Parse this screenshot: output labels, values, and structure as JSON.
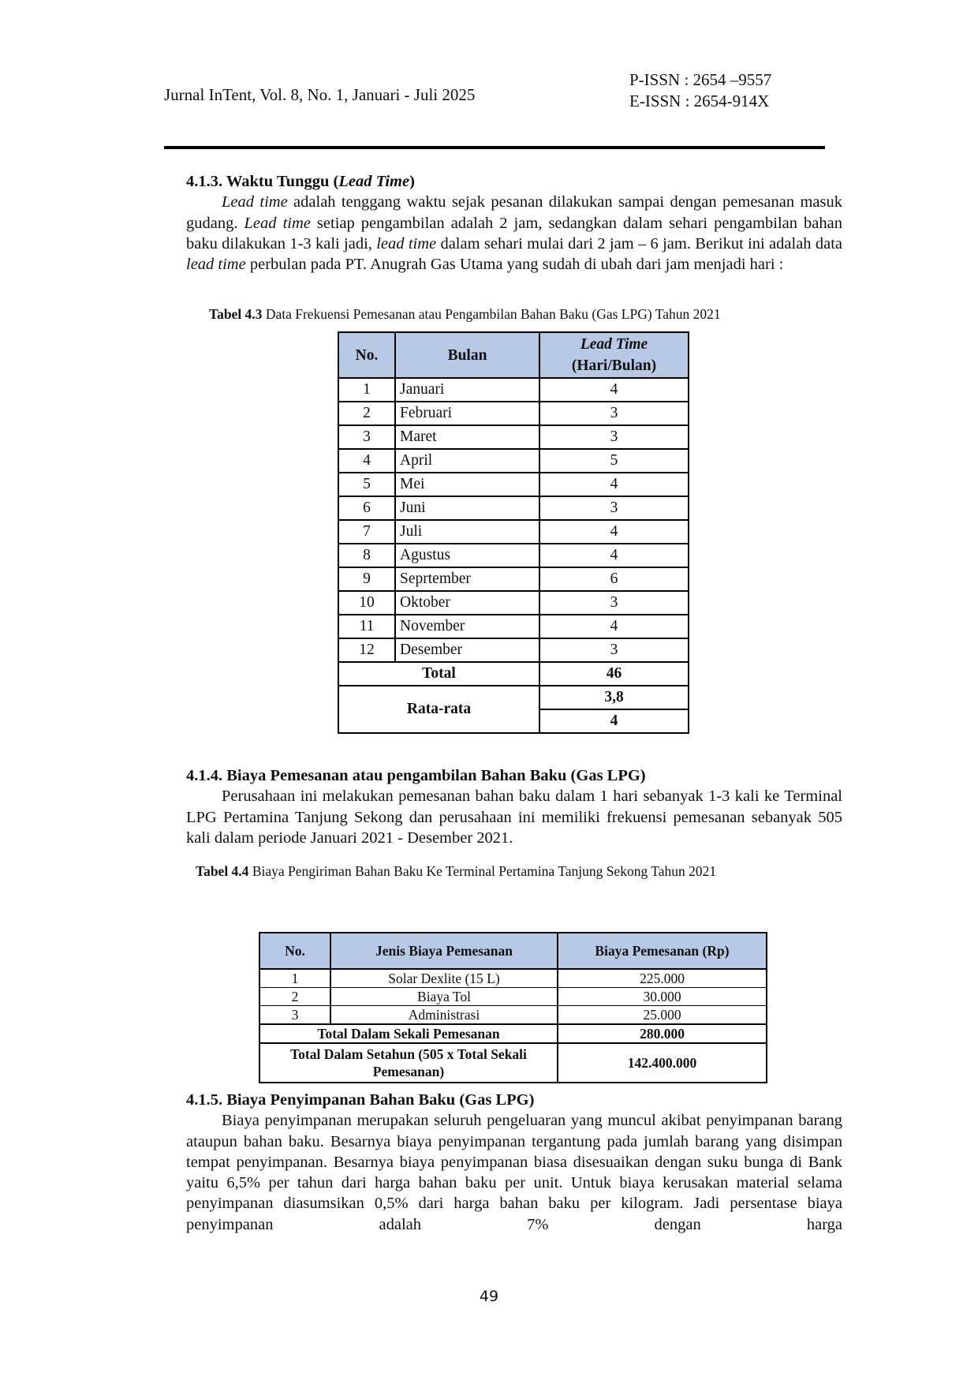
{
  "header": {
    "journal": "Jurnal InTent, Vol. 8, No. 1, Januari - Juli 2025",
    "pissn": "P-ISSN : 2654 –9557",
    "eissn": "E-ISSN : 2654-914X"
  },
  "section_413": {
    "heading_num": "4.1.3. Waktu Tunggu (",
    "heading_em": "Lead Time",
    "heading_end": ")",
    "p1_em1": "Lead time",
    "p1_t1": " adalah tenggang waktu sejak pesanan dilakukan sampai dengan pemesanan masuk gudang. ",
    "p1_em2": "Lead time",
    "p1_t2": " setiap pengambilan adalah 2 jam, sedangkan dalam sehari pengambilan bahan baku dilakukan 1-3 kali jadi, ",
    "p1_em3": "lead time",
    "p1_t3": "  dalam sehari mulai dari 2 jam – 6 jam. Berikut ini adalah data ",
    "p1_em4": "lead time",
    "p1_t4": "  perbulan pada PT. Anugrah Gas Utama yang sudah di ubah dari jam menjadi hari :"
  },
  "table_43": {
    "caption_label": "Tabel 4.3",
    "caption_text": " Data Frekuensi Pemesanan atau Pengambilan Bahan Baku (Gas LPG) Tahun 2021",
    "col_no": "No.",
    "col_bulan": "Bulan",
    "col_lt1": "Lead Time",
    "col_lt2": "(Hari/Bulan)",
    "rows": [
      {
        "no": "1",
        "bulan": "Januari",
        "lt": "4"
      },
      {
        "no": "2",
        "bulan": "Februari",
        "lt": "3"
      },
      {
        "no": "3",
        "bulan": "Maret",
        "lt": "3"
      },
      {
        "no": "4",
        "bulan": "April",
        "lt": "5"
      },
      {
        "no": "5",
        "bulan": "Mei",
        "lt": "4"
      },
      {
        "no": "6",
        "bulan": "Juni",
        "lt": "3"
      },
      {
        "no": "7",
        "bulan": "Juli",
        "lt": "4"
      },
      {
        "no": "8",
        "bulan": "Agustus",
        "lt": "4"
      },
      {
        "no": "9",
        "bulan": "Seprtember",
        "lt": "6"
      },
      {
        "no": "10",
        "bulan": "Oktober",
        "lt": "3"
      },
      {
        "no": "11",
        "bulan": "November",
        "lt": "4"
      },
      {
        "no": "12",
        "bulan": "Desember",
        "lt": "3"
      }
    ],
    "total_label": "Total",
    "total_value": "46",
    "avg_label": "Rata-rata",
    "avg_value": "3,8",
    "avg_rounded": "4"
  },
  "section_414": {
    "heading": "4.1.4.  Biaya Pemesanan atau pengambilan Bahan Baku (Gas LPG)",
    "p1": "Perusahaan ini melakukan pemesanan bahan baku dalam 1 hari sebanyak 1-3 kali ke Terminal LPG Pertamina Tanjung Sekong dan perusahaan ini memiliki frekuensi pemesanan sebanyak 505 kali dalam periode Januari 2021 - Desember 2021."
  },
  "table_44": {
    "caption_label": "Tabel 4.4",
    "caption_text": " Biaya Pengiriman Bahan Baku Ke Terminal Pertamina Tanjung Sekong Tahun 2021",
    "col_no": "No.",
    "col_jenis": "Jenis Biaya Pemesanan",
    "col_biaya": "Biaya Pemesanan (Rp)",
    "rows": [
      {
        "no": "1",
        "jenis": "Solar Dexlite (15 L)",
        "biaya": "225.000"
      },
      {
        "no": "2",
        "jenis": "Biaya Tol",
        "biaya": "30.000"
      },
      {
        "no": "3",
        "jenis": "Administrasi",
        "biaya": "25.000"
      }
    ],
    "total_once_label": "Total Dalam Sekali Pemesanan",
    "total_once_value": "280.000",
    "total_year_label": "Total Dalam Setahun (505 x Total Sekali Pemesanan)",
    "total_year_value": "142.400.000"
  },
  "section_415": {
    "heading": "4.1.5. Biaya Penyimpanan Bahan Baku (Gas LPG)",
    "p1": "Biaya penyimpanan merupakan seluruh pengeluaran yang muncul akibat penyimpanan barang ataupun bahan baku. Besarnya biaya penyimpanan tergantung pada jumlah barang yang disimpan tempat penyimpanan. Besarnya biaya penyimpanan biasa disesuaikan dengan suku bunga di Bank yaitu 6,5% per tahun dari harga bahan baku per unit. Untuk biaya kerusakan material selama penyimpanan diasumsikan 0,5% dari harga bahan baku per kilogram. Jadi persentase biaya penyimpanan adalah 7% dengan harga"
  },
  "page_number": "49"
}
